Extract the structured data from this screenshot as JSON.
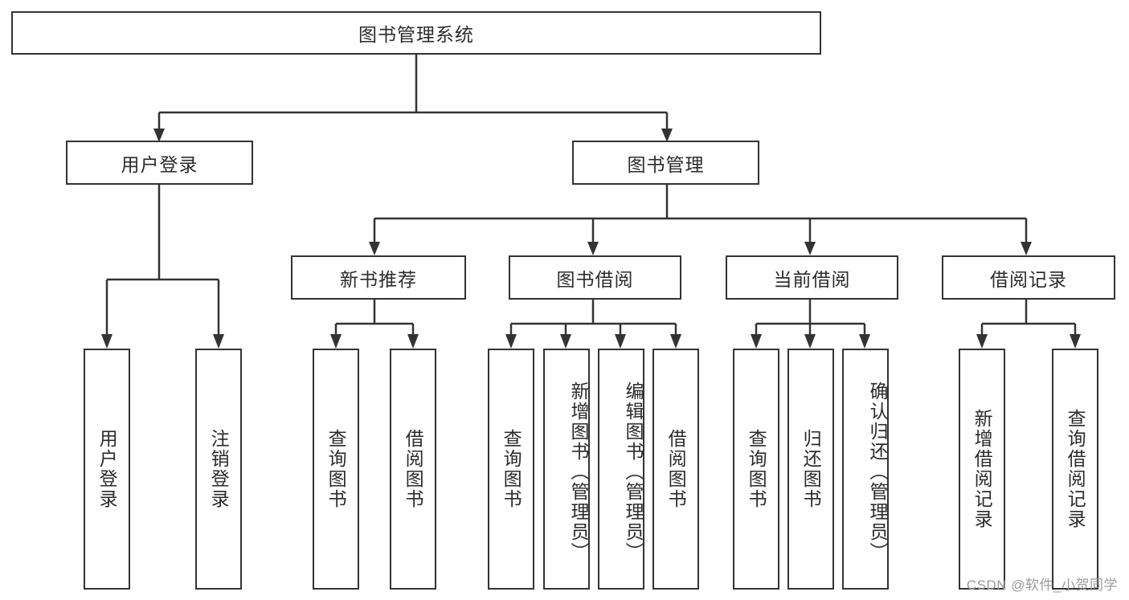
{
  "diagram": {
    "type": "tree-hierarchy-chart",
    "title_node": {
      "label": "图书管理系统"
    },
    "level2": [
      {
        "label": "用户登录"
      },
      {
        "label": "图书管理"
      }
    ],
    "level3": [
      {
        "label": "新书推荐"
      },
      {
        "label": "图书借阅"
      },
      {
        "label": "当前借阅"
      },
      {
        "label": "借阅记录"
      }
    ],
    "leaves": {
      "user_login": [
        {
          "label": "用户登录"
        },
        {
          "label": "注销登录"
        }
      ],
      "new_book_recommend": [
        {
          "label": "查询图书"
        },
        {
          "label": "借阅图书"
        }
      ],
      "book_borrow": [
        {
          "label": "查询图书"
        },
        {
          "label": "新增图书（管理员）"
        },
        {
          "label": "编辑图书（管理员）"
        },
        {
          "label": "借阅图书"
        }
      ],
      "current_borrow": [
        {
          "label": "查询图书"
        },
        {
          "label": "归还图书"
        },
        {
          "label": "确认归还（管理员）"
        }
      ],
      "borrow_record": [
        {
          "label": "新增借阅记录"
        },
        {
          "label": "查询借阅记录"
        }
      ]
    },
    "watermark": {
      "text": "CSDN @软件_小贺同学"
    },
    "colors": {
      "stroke": "#333335",
      "text": "#2b2b2b",
      "background": "#ffffff",
      "watermark": "#9b9b9b"
    }
  }
}
